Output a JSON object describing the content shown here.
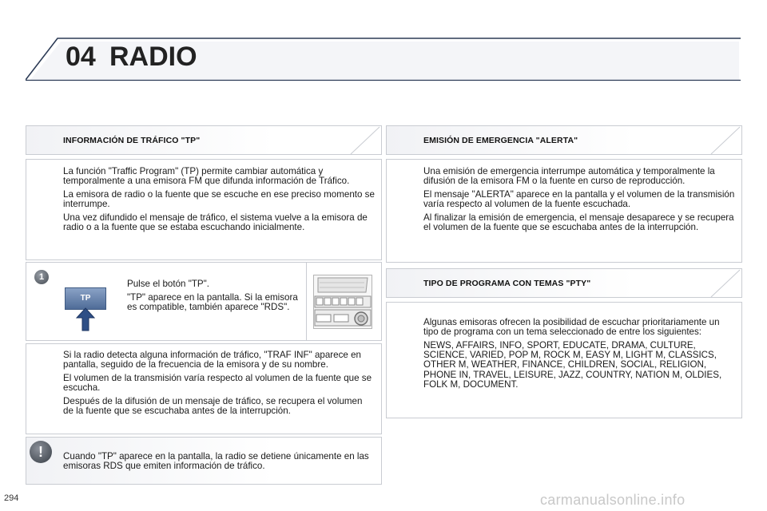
{
  "header": {
    "chapter_number": "04",
    "chapter_title": "RADIO"
  },
  "traffic": {
    "heading": "INFORMACIÓN DE TRÁFICO \"TP\"",
    "intro": [
      "La función \"Traffic Program\" (TP) permite cambiar automática y temporalmente a una emisora FM que difunda información de Tráfico.",
      "La emisora de radio o la fuente que se escuche en ese preciso momento se interrumpe.",
      "Una vez difundido el mensaje de tráfico, el sistema vuelve a la emisora de radio o a la fuente que se estaba escuchando inicialmente."
    ],
    "step_number": "1",
    "tp_button_label": "TP",
    "step_text": [
      "Pulse el botón \"TP\".",
      "\"TP\" aparece en la pantalla. Si la emisora es compatible, también aparece \"RDS\"."
    ],
    "details": [
      "Si la radio detecta alguna información de tráfico, \"TRAF INF\" aparece en pantalla, seguido de la frecuencia de la emisora y de su nombre.",
      "El volumen de la transmisión varía respecto al volumen de la fuente que se escucha.",
      "Después de la difusión de un mensaje de tráfico, se recupera el volumen de la fuente que se escuchaba antes de la interrupción."
    ],
    "warning_symbol": "!",
    "note": "Cuando \"TP\" aparece en la pantalla, la radio se detiene únicamente en las emisoras RDS que emiten información de tráfico."
  },
  "emergency": {
    "heading": "EMISIÓN DE EMERGENCIA \"ALERTA\"",
    "paragraphs": [
      "Una emisión de emergencia interrumpe automática y temporalmente la difusión de la emisora FM o la fuente en curso de reproducción.",
      "El mensaje \"ALERTA\" aparece en la pantalla y el volumen de la transmisión varía respecto al volumen de la fuente escuchada.",
      "Al finalizar la emisión de emergencia, el mensaje desaparece y se recupera el volumen de la fuente que se escuchaba antes de la interrupción."
    ]
  },
  "pty": {
    "heading": "TIPO DE PROGRAMA CON TEMAS \"PTY\"",
    "paragraphs": [
      "Algunas emisoras ofrecen la posibilidad de escuchar prioritariamente un tipo de programa con un tema seleccionado de entre los siguientes:",
      "NEWS, AFFAIRS, INFO, SPORT, EDUCATE, DRAMA, CULTURE, SCIENCE, VARIED, POP M, ROCK M, EASY M, LIGHT M, CLASSICS, OTHER M, WEATHER, FINANCE, CHILDREN, SOCIAL, RELIGION, PHONE IN, TRAVEL, LEISURE, JAZZ, COUNTRY, NATION M, OLDIES, FOLK M, DOCUMENT."
    ]
  },
  "footer": {
    "page_number": "294",
    "watermark": "carmanualsonline.info"
  }
}
